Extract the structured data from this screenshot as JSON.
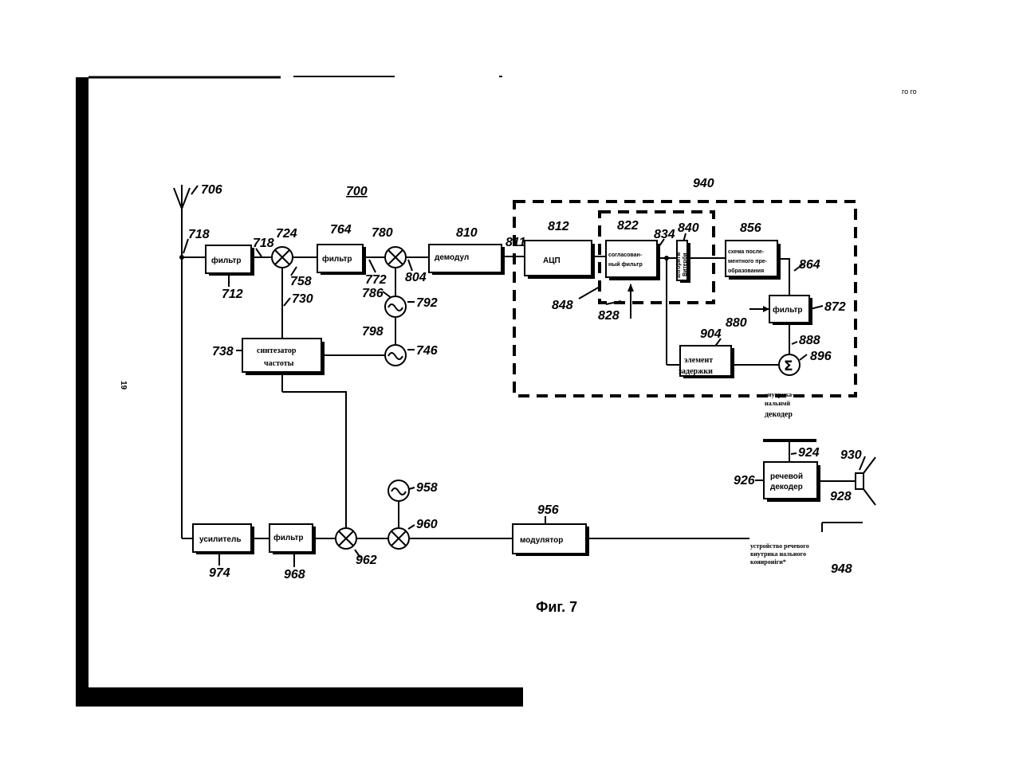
{
  "corner_text": "го го",
  "page_number": "19",
  "figure_number": "700",
  "caption": "Фиг. 7",
  "blocks": {
    "filter_712": "фильтр",
    "filter_764": "фильтр",
    "demod_810": "демодул",
    "adc_812": "АЦП",
    "matched_filter_822": [
      "согласован-",
      "ный фильтр"
    ],
    "viterbi_840": [
      "алгоритм",
      "Витерби"
    ],
    "postproc_856": [
      "схема после-",
      "ментного пре-",
      "образования"
    ],
    "filter_872": "фильтр",
    "delay_904": [
      "элемент",
      "задержки"
    ],
    "synth_738": [
      "синтезатор",
      "частоты"
    ],
    "decoder_label": [
      "«иутрика-",
      "нальнмй",
      "декодер"
    ],
    "speech_decoder_926": [
      "речевой",
      "декодер"
    ],
    "amplifier_974": "усилитель",
    "filter_968": "фильтр",
    "modulator_956": "модулятор",
    "encoder_label": [
      "устройство речевого",
      "внутрика нального",
      "кояироніги*"
    ]
  },
  "refs": [
    "706",
    "718",
    "718",
    "724",
    "764",
    "780",
    "810",
    "811",
    "812",
    "822",
    "834",
    "840",
    "856",
    "940",
    "712",
    "758",
    "730",
    "772",
    "804",
    "786",
    "792",
    "798",
    "746",
    "738",
    "848",
    "828",
    "864",
    "872",
    "880",
    "888",
    "904",
    "896",
    "924",
    "930",
    "926",
    "928",
    "958",
    "960",
    "956",
    "974",
    "968",
    "962",
    "948"
  ]
}
